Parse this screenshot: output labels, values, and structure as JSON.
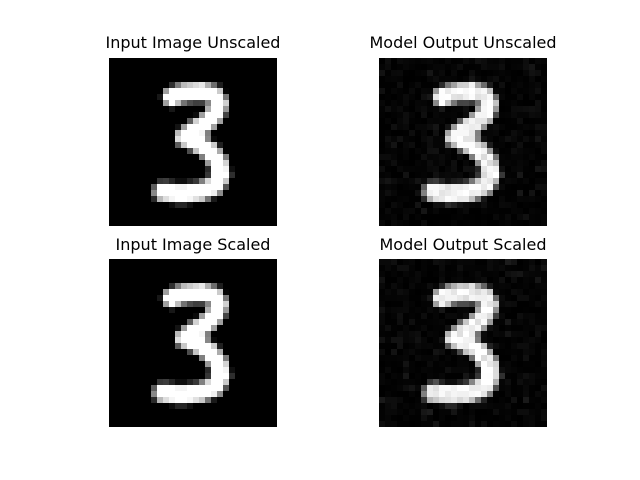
{
  "figure": {
    "panels": [
      {
        "title": "Input Image Unscaled",
        "kind": "input"
      },
      {
        "title": "Model Output Unscaled",
        "kind": "output"
      },
      {
        "title": "Input Image Scaled",
        "kind": "input"
      },
      {
        "title": "Model Output Scaled",
        "kind": "output"
      }
    ],
    "digit_label": "3",
    "colormap": "gray",
    "colors": {
      "background": "#ffffff",
      "image_background": "#000000",
      "stroke": "#ffffff"
    }
  }
}
